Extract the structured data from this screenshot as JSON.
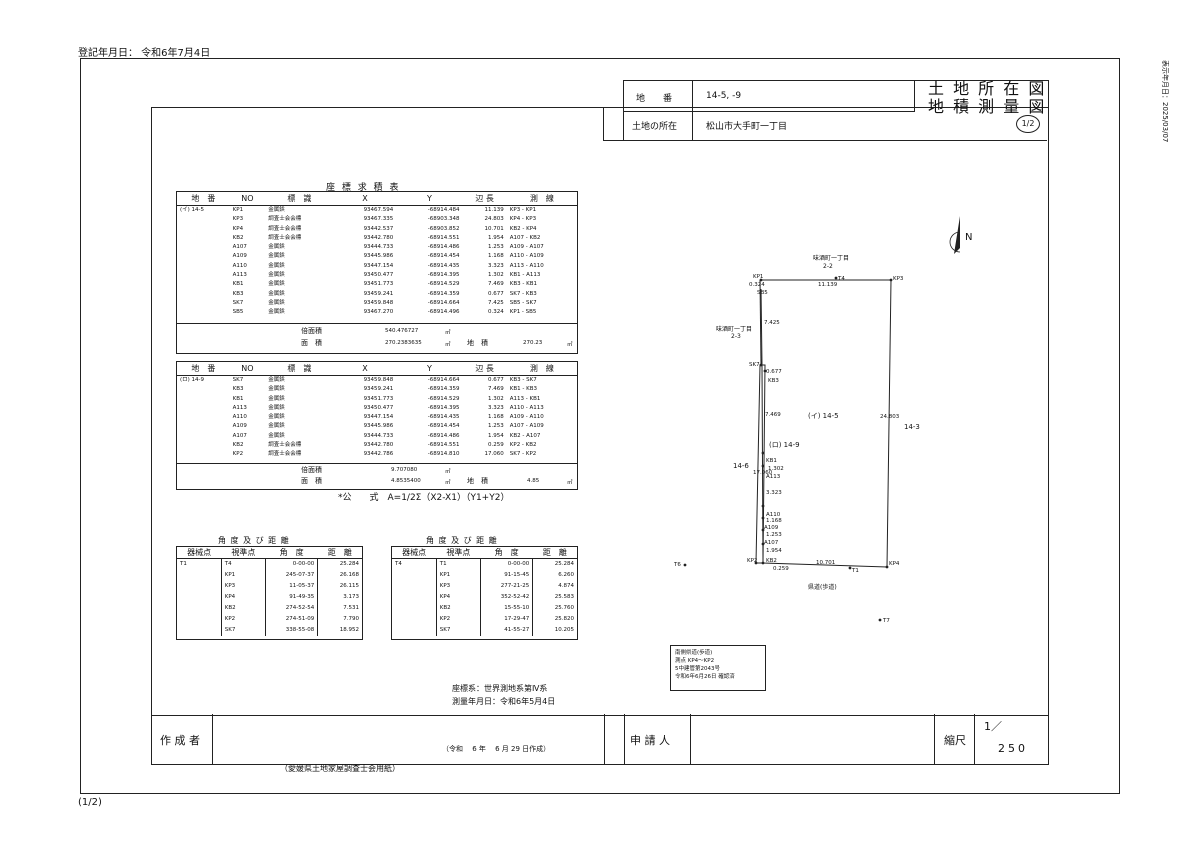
{
  "header": {
    "registration_date": "登記年月日： 令和6年7月4日",
    "display_date": "表示年月日：2025/03/07",
    "page_marker": "(1/2)"
  },
  "title_block": {
    "parcel_label": "地　　番",
    "parcel_value": "14-5, -9",
    "location_label": "土地の所在",
    "location_value": "松山市大手町一丁目",
    "sheet": "1/2",
    "title_line1": "土 地 所 在 図",
    "title_line2": "地 積 測 量 図"
  },
  "coord_table_1": {
    "caption": "座 標 求 積 表",
    "headers": [
      "地　番",
      "NO",
      "標　識",
      "X",
      "Y",
      "辺 長",
      "測　線"
    ],
    "parcel": "(イ) 14-5",
    "rows": [
      [
        "KP1",
        "金属鋲",
        "93467.594",
        "-68914.484",
        "11.139",
        "KP3 - KP1"
      ],
      [
        "KP3",
        "調査士会会標",
        "93467.335",
        "-68903.348",
        "24.803",
        "KP4 - KP3"
      ],
      [
        "KP4",
        "調査士会会標",
        "93442.537",
        "-68903.852",
        "10.701",
        "KB2 - KP4"
      ],
      [
        "KB2",
        "調査士会会標",
        "93442.780",
        "-68914.551",
        "1.954",
        "A107 - KB2"
      ],
      [
        "A107",
        "金属鋲",
        "93444.733",
        "-68914.486",
        "1.253",
        "A109 - A107"
      ],
      [
        "A109",
        "金属鋲",
        "93445.986",
        "-68914.454",
        "1.168",
        "A110 - A109"
      ],
      [
        "A110",
        "金属鋲",
        "93447.154",
        "-68914.435",
        "3.323",
        "A113 - A110"
      ],
      [
        "A113",
        "金属鋲",
        "93450.477",
        "-68914.395",
        "1.302",
        "KB1 - A113"
      ],
      [
        "KB1",
        "金属鋲",
        "93451.773",
        "-68914.529",
        "7.469",
        "KB3 - KB1"
      ],
      [
        "KB3",
        "金属鋲",
        "93459.241",
        "-68914.359",
        "0.677",
        "SK7 - KB3"
      ],
      [
        "SK7",
        "金属鋲",
        "93459.848",
        "-68914.664",
        "7.425",
        "SB5 - SK7"
      ],
      [
        "SB5",
        "金属鋲",
        "93467.270",
        "-68914.496",
        "0.324",
        "KP1 - SB5"
      ]
    ],
    "double_area_label": "倍面積",
    "double_area": "540.476727",
    "area_label": "面　積",
    "area": "270.2383635",
    "unit": "㎡",
    "chiseki_label": "地　積",
    "chiseki": "270.23"
  },
  "coord_table_2": {
    "headers": [
      "地　番",
      "NO",
      "標　識",
      "X",
      "Y",
      "辺 長",
      "測　線"
    ],
    "parcel": "(ロ) 14-9",
    "rows": [
      [
        "SK7",
        "金属鋲",
        "93459.848",
        "-68914.664",
        "0.677",
        "KB3 - SK7"
      ],
      [
        "KB3",
        "金属鋲",
        "93459.241",
        "-68914.359",
        "7.469",
        "KB1 - KB3"
      ],
      [
        "KB1",
        "金属鋲",
        "93451.773",
        "-68914.529",
        "1.302",
        "A113 - KB1"
      ],
      [
        "A113",
        "金属鋲",
        "93450.477",
        "-68914.395",
        "3.323",
        "A110 - A113"
      ],
      [
        "A110",
        "金属鋲",
        "93447.154",
        "-68914.435",
        "1.168",
        "A109 - A110"
      ],
      [
        "A109",
        "金属鋲",
        "93445.986",
        "-68914.454",
        "1.253",
        "A107 - A109"
      ],
      [
        "A107",
        "金属鋲",
        "93444.733",
        "-68914.486",
        "1.954",
        "KB2 - A107"
      ],
      [
        "KB2",
        "調査士会会標",
        "93442.780",
        "-68914.551",
        "0.259",
        "KP2 - KB2"
      ],
      [
        "KP2",
        "調査士会会標",
        "93442.786",
        "-68914.810",
        "17.060",
        "SK7 - KP2"
      ]
    ],
    "double_area_label": "倍面積",
    "double_area": "9.707080",
    "area_label": "面　積",
    "area": "4.8535400",
    "unit": "㎡",
    "chiseki_label": "地　積",
    "chiseki": "4.85"
  },
  "formula": "*公　　式　A=1/2Σ（X2-X1）（Y1+Y2）",
  "angle_table_1": {
    "caption": "角 度 及 び 距 離",
    "headers": [
      "器械点",
      "視準点",
      "角　度",
      "距　離"
    ],
    "station": "T1",
    "rows": [
      [
        "T4",
        "0-00-00",
        "25.284"
      ],
      [
        "KP1",
        "245-07-37",
        "26.168"
      ],
      [
        "KP3",
        "11-05-37",
        "26.115"
      ],
      [
        "KP4",
        "91-49-35",
        "3.173"
      ],
      [
        "KB2",
        "274-52-54",
        "7.531"
      ],
      [
        "KP2",
        "274-51-09",
        "7.790"
      ],
      [
        "SK7",
        "338-55-08",
        "18.952"
      ]
    ]
  },
  "angle_table_2": {
    "caption": "角 度 及 び 距 離",
    "headers": [
      "器械点",
      "視準点",
      "角　度",
      "距　離"
    ],
    "station": "T4",
    "rows": [
      [
        "T1",
        "0-00-00",
        "25.284"
      ],
      [
        "KP1",
        "91-15-45",
        "6.260"
      ],
      [
        "KP3",
        "277-21-25",
        "4.874"
      ],
      [
        "KP4",
        "352-52-42",
        "25.583"
      ],
      [
        "KB2",
        "15-55-10",
        "25.760"
      ],
      [
        "KP2",
        "17-29-47",
        "25.820"
      ],
      [
        "SK7",
        "41-55-27",
        "10.205"
      ]
    ]
  },
  "coord_system": "座標系：世界測地系第Ⅳ系",
  "survey_date": "測量年月日：令和6年5月4日",
  "map": {
    "north": "N",
    "neighbors": {
      "top_name": "味酒町一丁目",
      "top_no": "2-2",
      "left_name": "味酒町一丁目",
      "left_no": "2-3",
      "right": "14-3",
      "left2": "14-6",
      "road": "県道(歩道)"
    },
    "parcel_labels": {
      "main": "(イ) 14-5",
      "strip": "(ロ) 14-9"
    },
    "points": [
      "KP1",
      "SB5",
      "T4",
      "KP3",
      "SK7",
      "KB3",
      "KB1",
      "A113",
      "A110",
      "A109",
      "A107",
      "KP2",
      "KB2",
      "T1",
      "KP4",
      "T6",
      "T7"
    ],
    "dimensions": [
      "0.324",
      "11.139",
      "7.425",
      "0.677",
      "7.469",
      "24.803",
      "1.302",
      "17.060",
      "3.323",
      "1.168",
      "1.253",
      "1.954",
      "10.701",
      "0.259"
    ],
    "note_lines": [
      "南側県道(歩道)",
      "測点 KP4～KP2",
      "5中建管第2043号",
      "令和6年6月26日 確認済"
    ]
  },
  "footer": {
    "maker_label": "作 成 者",
    "date_made": "（令和　 6 年　 6 月 29 日作成）",
    "applicant_label": "申 請 人",
    "scale_label": "縮尺",
    "scale_top": "1／",
    "scale_bottom": "250",
    "paper_note": "（愛媛県土地家屋調査士会用紙）"
  }
}
